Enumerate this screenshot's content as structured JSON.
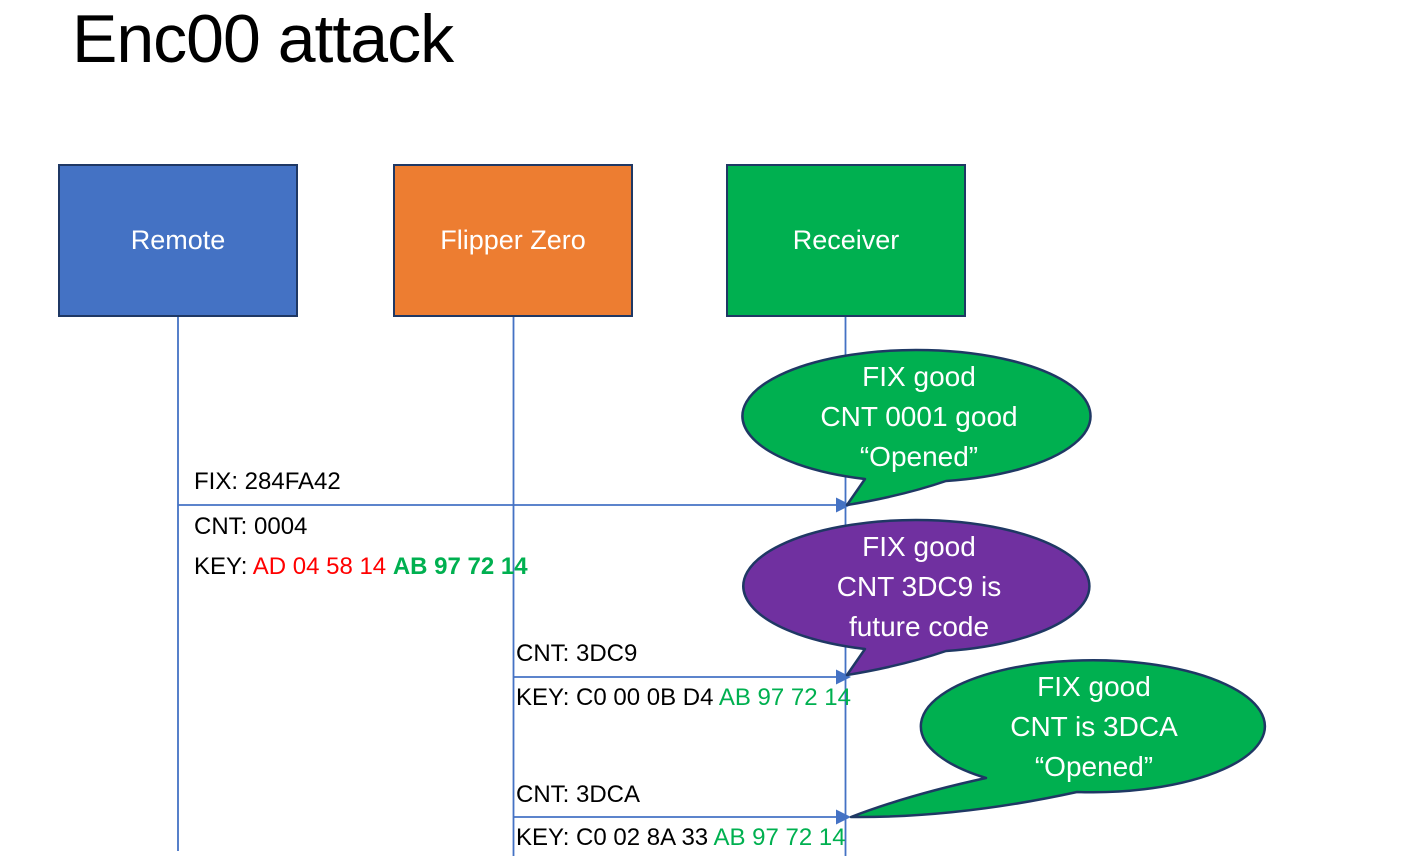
{
  "slide_title": "Enc00 attack",
  "actors": [
    {
      "label": "Remote",
      "color": "#4472C4"
    },
    {
      "label": "Flipper Zero",
      "color": "#ED7D31"
    },
    {
      "label": "Receiver",
      "color": "#00B050"
    }
  ],
  "messages": [
    {
      "fix": "FIX: 284FA42",
      "cnt": "CNT: 0004",
      "key_prefix": "KEY: ",
      "key_part1": "AD 04 58 14 ",
      "key_part2": "AB 97 72 14"
    },
    {
      "cnt": "CNT: 3DC9",
      "key_prefix": "KEY: ",
      "key_part1": "C0 00 0B D4 ",
      "key_part2": "AB 97 72 14"
    },
    {
      "cnt": "CNT: 3DCA",
      "key_prefix": "KEY: ",
      "key_part1": "C0 02 8A 33 ",
      "key_part2": "AB 97 72 14"
    }
  ],
  "callouts": [
    {
      "line1": "FIX good",
      "line2": "CNT 0001 good",
      "line3": "“Opened”",
      "color": "#00B050"
    },
    {
      "line1": "FIX good",
      "line2": "CNT 3DC9 is",
      "line3": "future code",
      "color": "#7030A0"
    },
    {
      "line1": "FIX good",
      "line2": "CNT is 3DCA",
      "line3": "“Opened”",
      "color": "#00B050"
    }
  ],
  "colors": {
    "actor_blue": "#4472C4",
    "actor_orange": "#ED7D31",
    "actor_green": "#00B050",
    "callout_green": "#00B050",
    "callout_purple": "#7030A0",
    "outline_navy": "#1F3864",
    "arrow_blue": "#4472C4",
    "key_red": "#FF0000",
    "key_green": "#00B050",
    "text_black": "#000000"
  }
}
